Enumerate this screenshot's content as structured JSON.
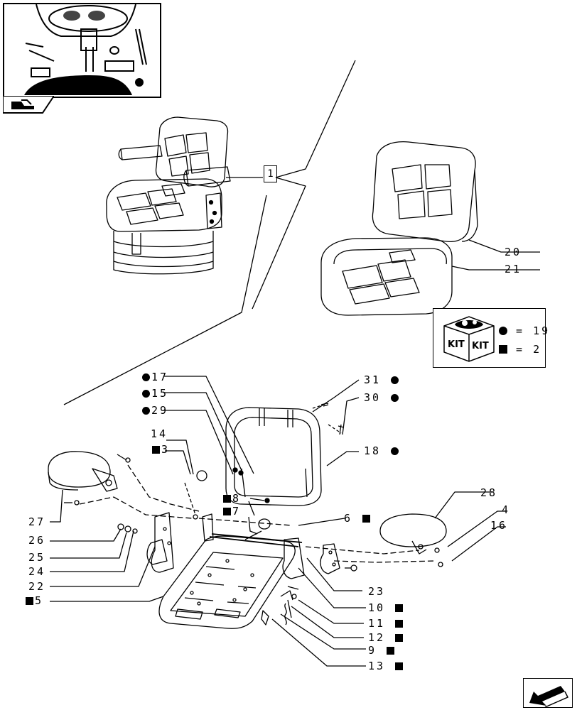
{
  "labels": {
    "l1": "1",
    "l20": "20",
    "l21": "21",
    "l17": "17",
    "l15": "15",
    "l29": "29",
    "l14": "14",
    "l3": "3",
    "l31": "31",
    "l30": "30",
    "l18": "18",
    "l8": "8",
    "l7": "7",
    "l6": "6",
    "l28": "28",
    "l4": "4",
    "l16": "16",
    "l27": "27",
    "l26": "26",
    "l25": "25",
    "l24": "24",
    "l22": "22",
    "l5": "5",
    "l23": "23",
    "l10": "10",
    "l11": "11",
    "l12": "12",
    "l9": "9",
    "l13": "13"
  },
  "kit": {
    "badge_text_1": "KIT",
    "badge_text_2": "KIT",
    "circle_count": "= 19",
    "square_count": "= 2"
  },
  "icons": {
    "thumbnail": "tractor-cab-thumbnail-icon",
    "nav_tab": "section-nav-icon",
    "nav_button": "next-page-arrow-icon",
    "circle_marker": "circle-marker-icon",
    "square_marker": "square-marker-icon"
  }
}
